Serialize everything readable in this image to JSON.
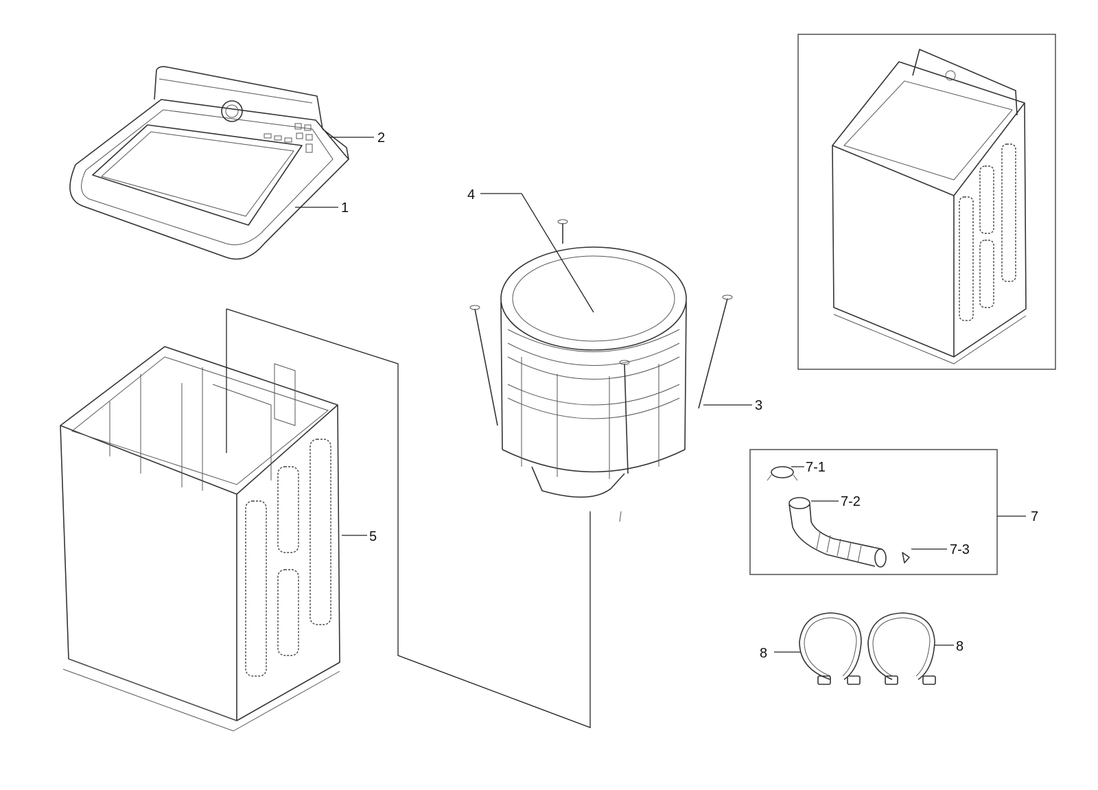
{
  "callouts": {
    "c1": "1",
    "c2": "2",
    "c3": "3",
    "c4": "4",
    "c5": "5",
    "c7": "7",
    "c7_1": "7-1",
    "c7_2": "7-2",
    "c7_3": "7-3",
    "c8_left": "8",
    "c8_right": "8"
  }
}
